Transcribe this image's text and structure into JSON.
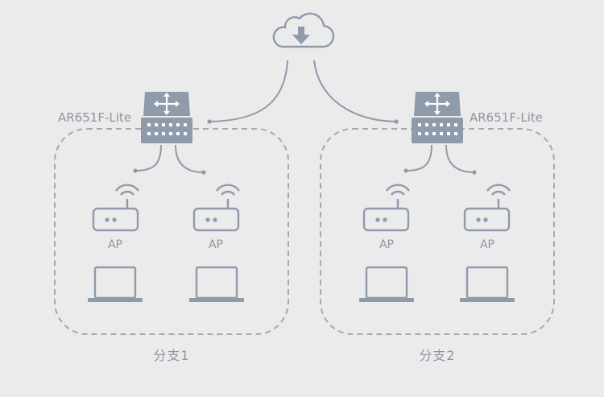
{
  "colors": {
    "background": "#ebebeb",
    "icon": "#8f9aab",
    "line": "#8f9aab",
    "dashed_border": "#a8a8a8",
    "text": "#8c95a4"
  },
  "cloud": {
    "icon": "cloud-download-icon"
  },
  "branches": [
    {
      "label": "分支1",
      "router": {
        "label": "AR651F-Lite",
        "icon": "router-icon"
      },
      "aps": [
        {
          "label": "AP",
          "icon": "wifi-ap-icon"
        },
        {
          "label": "AP",
          "icon": "wifi-ap-icon"
        }
      ],
      "laptops": [
        {
          "icon": "laptop-icon"
        },
        {
          "icon": "laptop-icon"
        }
      ]
    },
    {
      "label": "分支2",
      "router": {
        "label": "AR651F-Lite",
        "icon": "router-icon"
      },
      "aps": [
        {
          "label": "AP",
          "icon": "wifi-ap-icon"
        },
        {
          "label": "AP",
          "icon": "wifi-ap-icon"
        }
      ],
      "laptops": [
        {
          "icon": "laptop-icon"
        },
        {
          "icon": "laptop-icon"
        }
      ]
    }
  ]
}
